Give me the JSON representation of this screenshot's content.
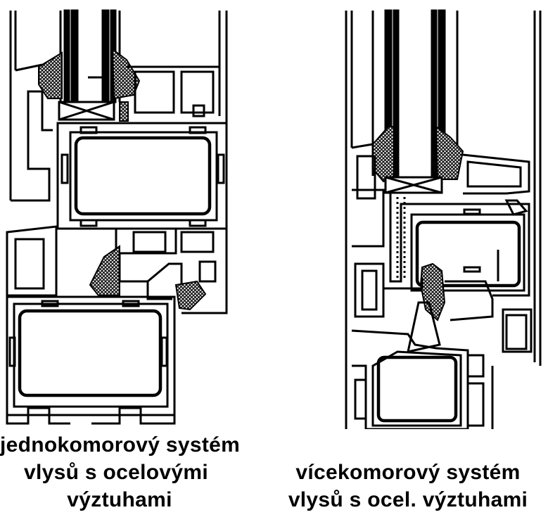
{
  "left_profile": {
    "caption_line_1": "jednokomorový systém",
    "caption_line_2": "vlysů s ocelovými",
    "caption_line_3": "výztuhami"
  },
  "right_profile": {
    "caption_line_1": "vícekomorový systém",
    "caption_line_2": "vlysů s ocel. výztuhami"
  },
  "colors": {
    "line": "#000000",
    "background": "#ffffff",
    "gasket_hatch": "#222222"
  }
}
